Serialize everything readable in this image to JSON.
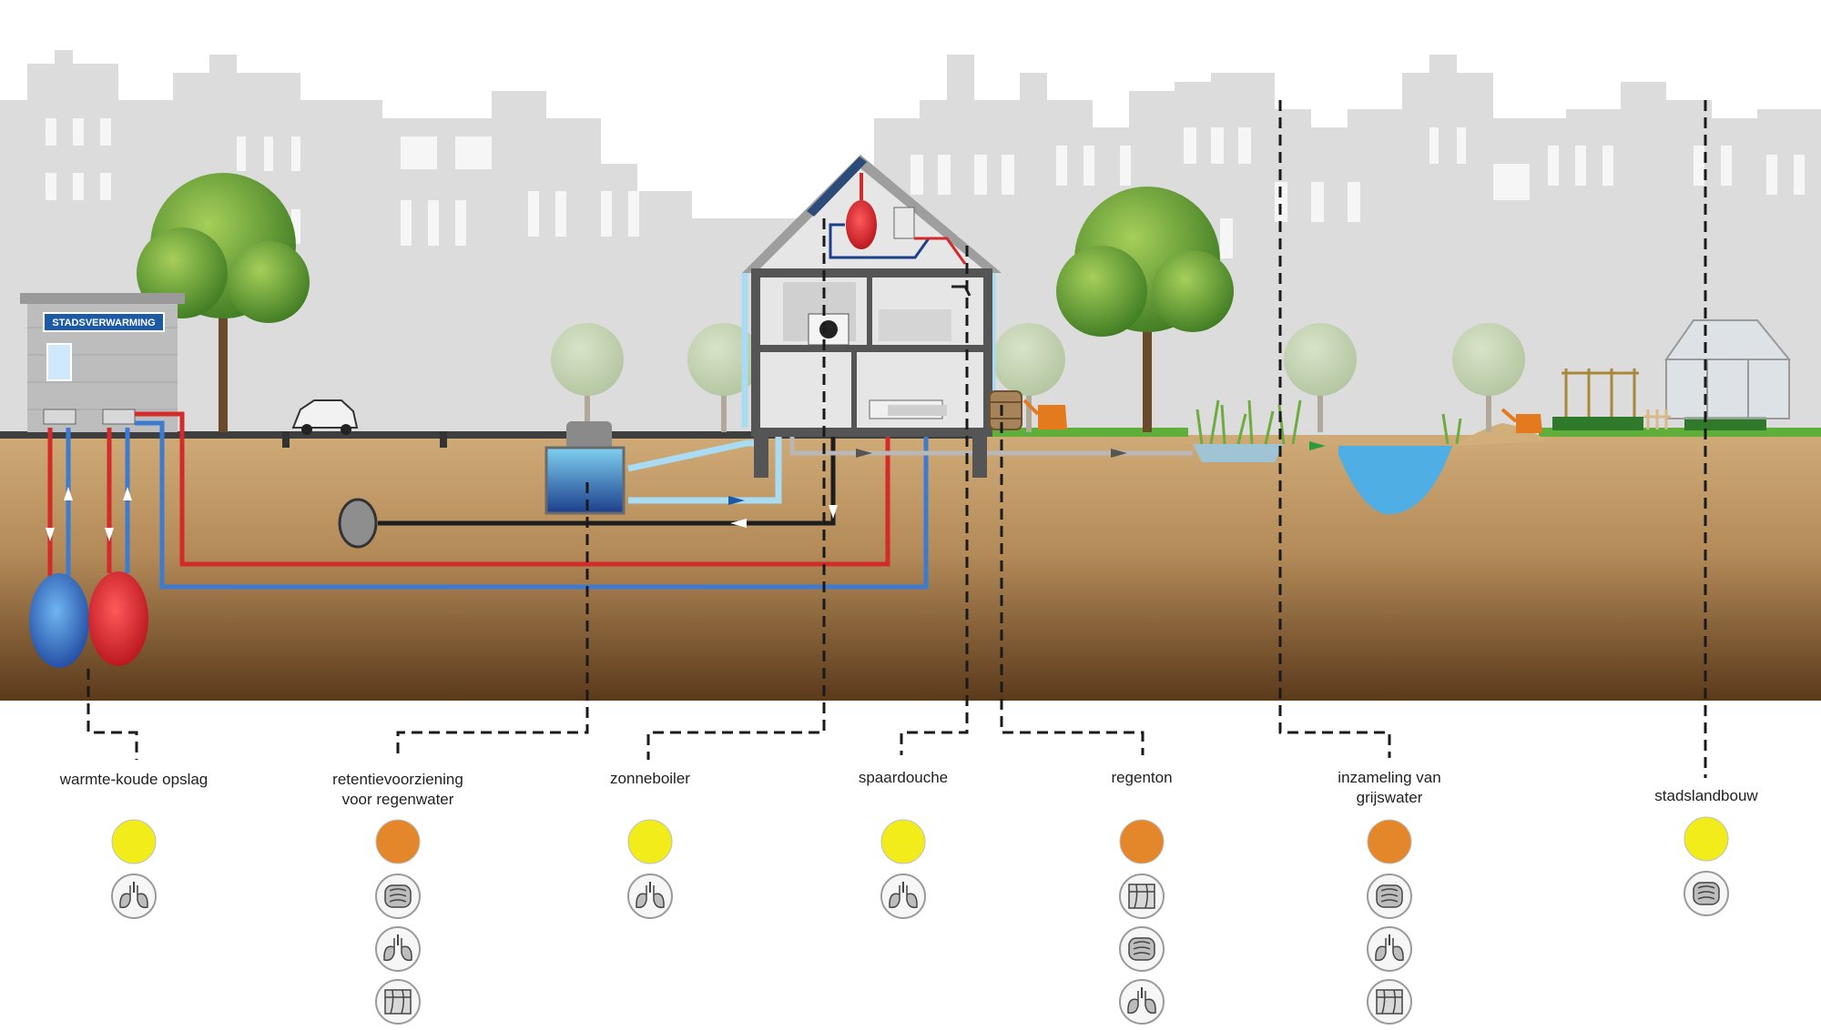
{
  "building_sign": "STADSVERWARMING",
  "colors": {
    "sky": "#ffffff",
    "skyline": "#d9d9d9",
    "soil_top": "#c9a574",
    "soil_bottom": "#5a3a1c",
    "hot_pipe": "#d32a2a",
    "cold_pipe": "#3d7bd1",
    "rain_pipe": "#a9dbf2",
    "drain_pipe": "#1e1e1e",
    "water": "#4fb0e6",
    "good_indicator": "#f2ec1b",
    "medium_indicator": "#e3872a"
  },
  "labels": [
    {
      "id": "wko",
      "lines": [
        "warmte-koude opslag"
      ],
      "level": "yellow",
      "icons": [
        "lungs-icon"
      ]
    },
    {
      "id": "retentie",
      "lines": [
        "retentievoorziening",
        "voor regenwater"
      ],
      "level": "orange",
      "icons": [
        "intestines-icon",
        "lungs-icon",
        "skin-icon"
      ]
    },
    {
      "id": "zonneboiler",
      "lines": [
        "zonneboiler"
      ],
      "level": "yellow",
      "icons": [
        "lungs-icon"
      ]
    },
    {
      "id": "spaardouche",
      "lines": [
        "spaardouche"
      ],
      "level": "yellow",
      "icons": [
        "lungs-icon"
      ]
    },
    {
      "id": "regenton",
      "lines": [
        "regenton"
      ],
      "level": "orange",
      "icons": [
        "skin-icon",
        "intestines-icon",
        "lungs-icon"
      ]
    },
    {
      "id": "grijswater",
      "lines": [
        "inzameling van",
        "grijswater"
      ],
      "level": "orange",
      "icons": [
        "intestines-icon",
        "lungs-icon",
        "skin-icon"
      ]
    },
    {
      "id": "stadslandbouw",
      "lines": [
        "stadslandbouw"
      ],
      "level": "yellow",
      "icons": [
        "intestines-icon"
      ]
    }
  ]
}
